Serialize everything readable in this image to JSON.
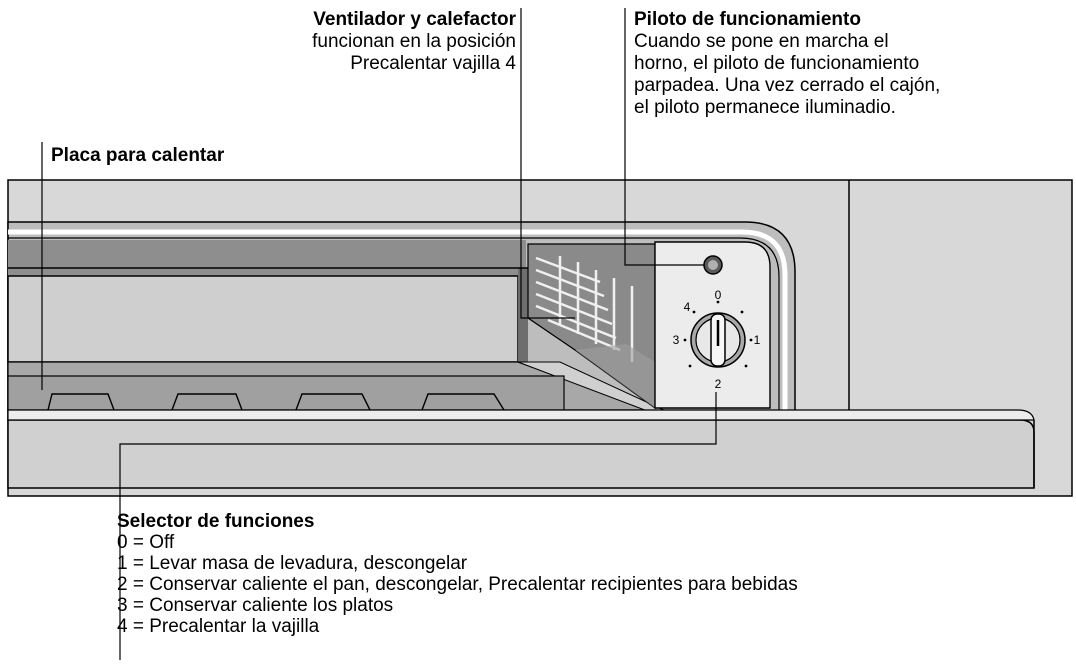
{
  "callouts": {
    "fan": {
      "title": "Ventilador y calefactor",
      "line1": "funcionan en la posición",
      "line2": "Precalentar vajilla 4"
    },
    "pilot": {
      "title": "Piloto de funcionamiento",
      "line1": "Cuando se pone en marcha el",
      "line2": "horno, el piloto de funcionamiento",
      "line3": "parpadea. Una vez cerrado el cajón,",
      "line4": "el piloto permanece iluminadio."
    },
    "plate": {
      "title": "Placa para calentar"
    },
    "selector": {
      "title": "Selector de funciones",
      "items": [
        "0 = Off",
        "1 = Levar masa de levadura, descongelar",
        "2 = Conservar caliente el pan, descongelar, Precalentar recipientes para bebidas",
        "3 = Conservar caliente los platos",
        "4 = Precalentar la vajilla"
      ]
    }
  },
  "dial": {
    "marks": [
      "0",
      "1",
      "2",
      "3",
      "4"
    ]
  },
  "colors": {
    "frame": "#d9d9d9",
    "panel": "#c9c9c9",
    "drawer": "#b8b8b8",
    "dark": "#7a7a7a"
  }
}
